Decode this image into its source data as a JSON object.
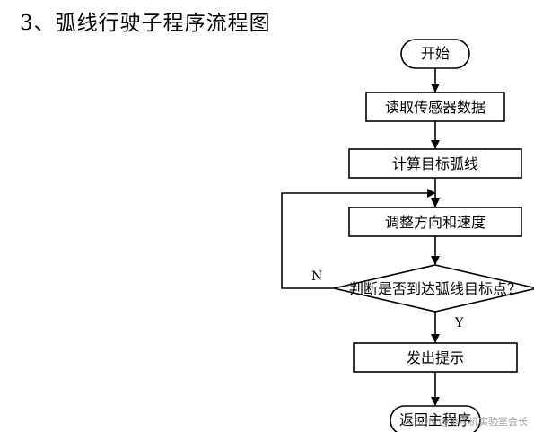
{
  "heading": "3、弧线行驶子程序流程图",
  "flowchart": {
    "start": "开始",
    "step_read": "读取传感器数据",
    "step_compute": "计算目标弧线",
    "step_adjust": "调整方向和速度",
    "decision": "判断是否到达弧线目标点？",
    "branch_no": "N",
    "branch_yes": "Y",
    "step_prompt": "发出提示",
    "end": "返回主程序"
  },
  "watermark": "CSDN @单片机实验室会长"
}
